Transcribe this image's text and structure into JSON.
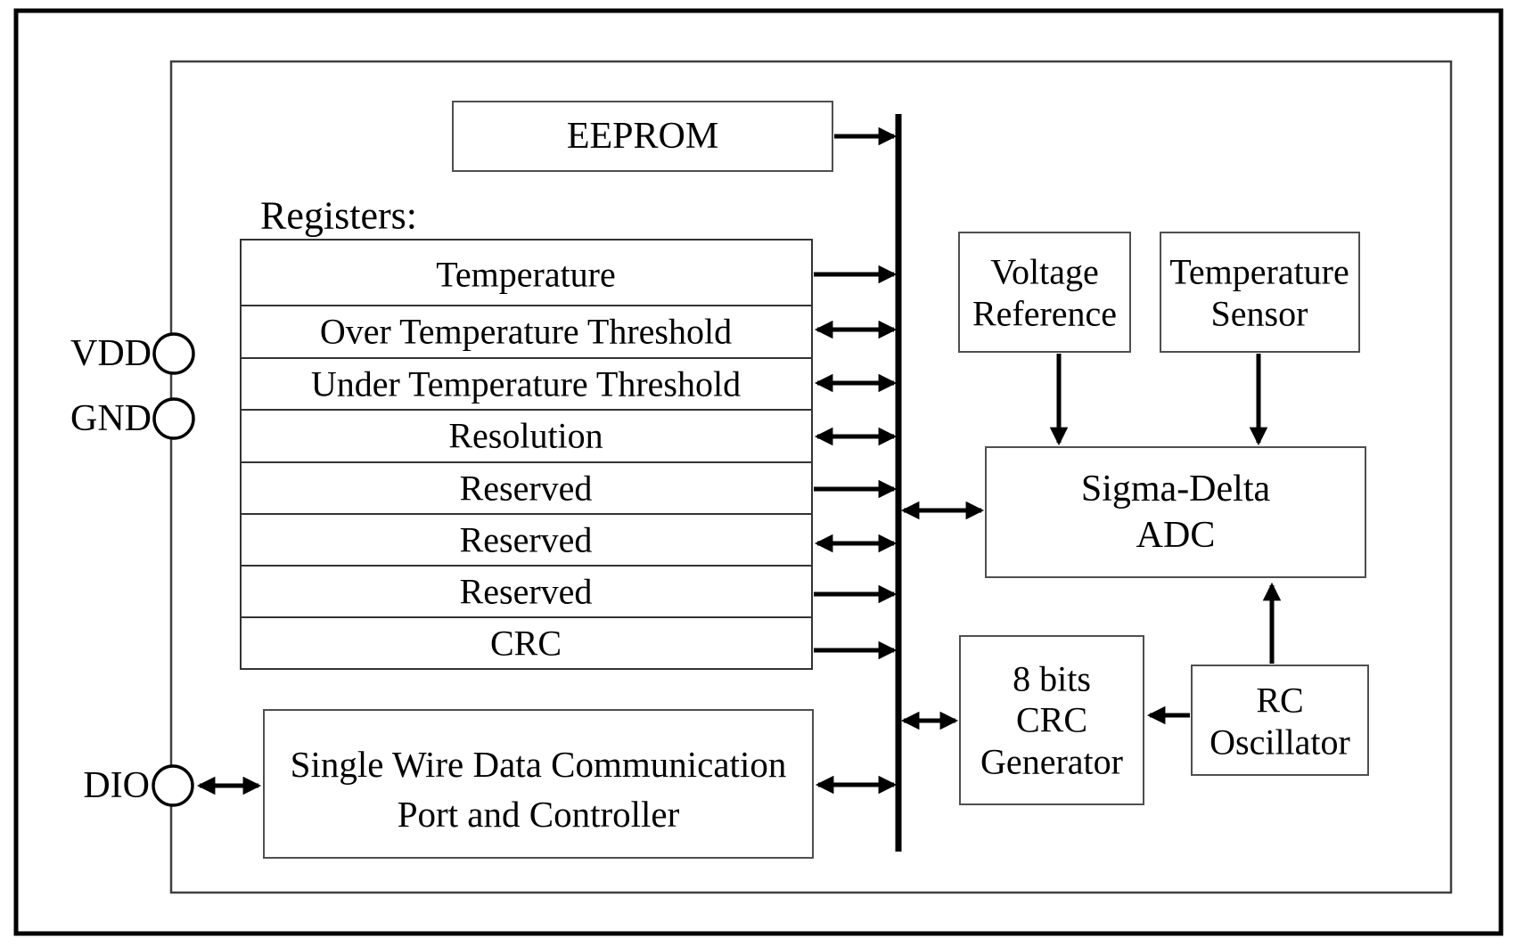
{
  "figure": {
    "kind": "block-diagram",
    "background": "#ffffff",
    "ink": "#000000",
    "box_border": "#4f4f4f"
  },
  "pins": [
    {
      "label": "VDD"
    },
    {
      "label": "GND"
    },
    {
      "label": "DIO"
    }
  ],
  "eeprom": {
    "label": "EEPROM"
  },
  "registers": {
    "heading": "Registers:",
    "rows": [
      {
        "label": "Temperature",
        "bus_arrow": "to-bus"
      },
      {
        "label": "Over Temperature Threshold",
        "bus_arrow": "bidirectional"
      },
      {
        "label": "Under Temperature Threshold",
        "bus_arrow": "bidirectional"
      },
      {
        "label": "Resolution",
        "bus_arrow": "bidirectional"
      },
      {
        "label": "Reserved",
        "bus_arrow": "to-bus"
      },
      {
        "label": "Reserved",
        "bus_arrow": "bidirectional"
      },
      {
        "label": "Reserved",
        "bus_arrow": "to-bus"
      },
      {
        "label": "CRC",
        "bus_arrow": "to-bus"
      }
    ]
  },
  "blocks": {
    "voltage_reference": {
      "lines": [
        "Voltage",
        "Reference"
      ]
    },
    "temperature_sensor": {
      "lines": [
        "Temperature",
        "Sensor"
      ]
    },
    "sigma_delta_adc": {
      "lines": [
        "Sigma-Delta",
        "ADC"
      ]
    },
    "crc_generator": {
      "lines": [
        "8 bits",
        "CRC",
        "Generator"
      ]
    },
    "rc_oscillator": {
      "lines": [
        "RC",
        "Oscillator"
      ]
    },
    "single_wire_port": {
      "lines": [
        "Single Wire Data Communication",
        "Port and Controller"
      ]
    }
  },
  "connections": [
    {
      "from": "eeprom",
      "to": "bus",
      "direction": "one-way"
    },
    {
      "from": "register-temperature",
      "to": "bus",
      "direction": "one-way"
    },
    {
      "from": "register-over-temperature-threshold",
      "to": "bus",
      "direction": "two-way"
    },
    {
      "from": "register-under-temperature-threshold",
      "to": "bus",
      "direction": "two-way"
    },
    {
      "from": "register-resolution",
      "to": "bus",
      "direction": "two-way"
    },
    {
      "from": "register-reserved-1",
      "to": "bus",
      "direction": "one-way"
    },
    {
      "from": "register-reserved-2",
      "to": "bus",
      "direction": "two-way"
    },
    {
      "from": "register-reserved-3",
      "to": "bus",
      "direction": "one-way"
    },
    {
      "from": "register-crc",
      "to": "bus",
      "direction": "one-way"
    },
    {
      "from": "bus",
      "to": "sigma_delta_adc",
      "direction": "two-way"
    },
    {
      "from": "bus",
      "to": "crc_generator",
      "direction": "two-way"
    },
    {
      "from": "bus",
      "to": "single_wire_port",
      "direction": "two-way"
    },
    {
      "from": "dio-pin",
      "to": "single_wire_port",
      "direction": "two-way"
    },
    {
      "from": "voltage_reference",
      "to": "sigma_delta_adc",
      "direction": "one-way"
    },
    {
      "from": "temperature_sensor",
      "to": "sigma_delta_adc",
      "direction": "one-way"
    },
    {
      "from": "rc_oscillator",
      "to": "sigma_delta_adc",
      "direction": "one-way"
    },
    {
      "from": "rc_oscillator",
      "to": "crc_generator",
      "direction": "one-way"
    }
  ]
}
